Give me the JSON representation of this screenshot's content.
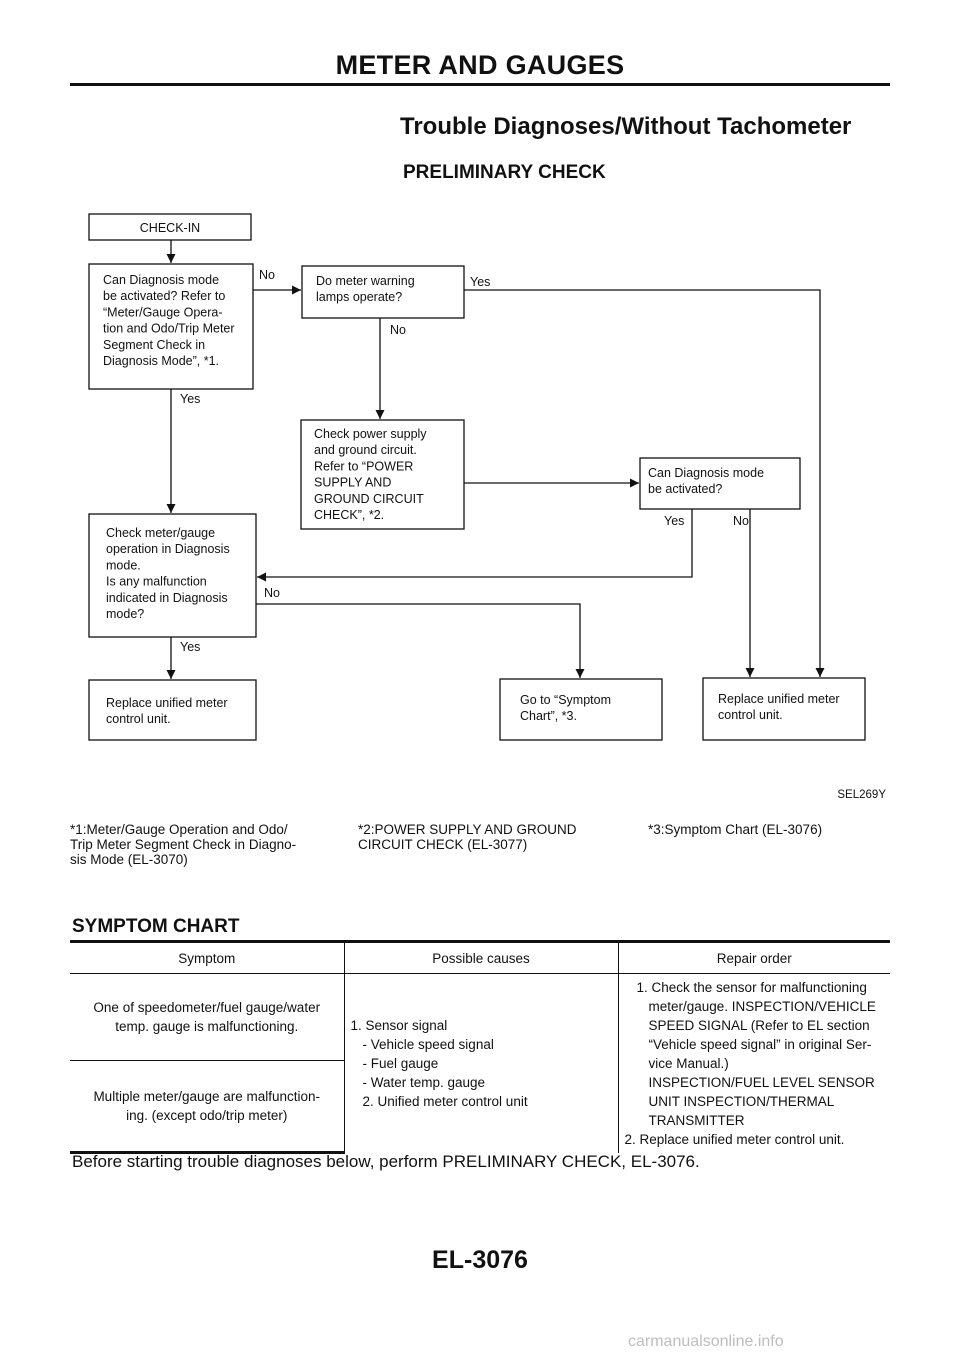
{
  "header": {
    "title": "METER AND GAUGES"
  },
  "section": {
    "title": "Trouble Diagnoses/Without Tachometer"
  },
  "preliminary": {
    "title": "PRELIMINARY CHECK"
  },
  "flowchart": {
    "checkin": "CHECK-IN",
    "diag_mode": [
      "Can Diagnosis mode",
      "be activated? Refer to",
      "“Meter/Gauge Opera-",
      "tion and Odo/Trip Meter",
      "Segment Check in",
      "Diagnosis Mode”, *1."
    ],
    "warning_lamps": [
      "Do meter warning",
      "lamps operate?"
    ],
    "power_supply": [
      "Check power supply",
      "and ground circuit.",
      "Refer to “POWER",
      "SUPPLY AND",
      "GROUND CIRCUIT",
      "CHECK”, *2."
    ],
    "diag_mode2": [
      "Can Diagnosis mode",
      "be activated?"
    ],
    "check_meter": [
      "Check meter/gauge",
      "operation in Diagnosis",
      "mode.",
      "Is any malfunction",
      "indicated in Diagnosis",
      "mode?"
    ],
    "replace1": [
      "Replace unified meter",
      "control unit."
    ],
    "goto_symptom": [
      "Go to “Symptom",
      "Chart”, *3."
    ],
    "replace2": [
      "Replace unified meter",
      "control unit."
    ],
    "label_yes": "Yes",
    "label_no": "No",
    "figure_code": "SEL269Y"
  },
  "footnotes": [
    "*1:Meter/Gauge Operation and Odo/\nTrip Meter Segment Check in Diagno-\nsis Mode (EL-3070)",
    "*2:POWER SUPPLY AND GROUND\nCIRCUIT CHECK (EL-3077)",
    "*3:Symptom Chart (EL-3076)"
  ],
  "symptom_chart": {
    "title": "SYMPTOM CHART",
    "headers": [
      "Symptom",
      "Possible causes",
      "Repair order"
    ],
    "symptom1": [
      "One of speedometer/fuel gauge/water",
      "temp. gauge is malfunctioning."
    ],
    "symptom2": [
      "Multiple meter/gauge are malfunction-",
      "ing. (except odo/trip meter)"
    ],
    "causes": [
      "1. Sensor signal",
      "- Vehicle speed signal",
      "- Fuel gauge",
      "- Water temp. gauge",
      "2. Unified meter control unit"
    ],
    "repair": [
      "1. Check the sensor for malfunctioning",
      "meter/gauge. INSPECTION/VEHICLE",
      "SPEED SIGNAL (Refer to EL section",
      "“Vehicle speed signal” in original Ser-",
      "vice Manual.)",
      "INSPECTION/FUEL LEVEL SENSOR",
      "UNIT INSPECTION/THERMAL",
      "TRANSMITTER",
      "2. Replace unified meter control unit."
    ]
  },
  "before_text": "Before starting trouble diagnoses below, perform PRELIMINARY CHECK, EL-3076.",
  "footer": {
    "code": "EL-3076"
  },
  "watermark": "carmanualsonline.info"
}
